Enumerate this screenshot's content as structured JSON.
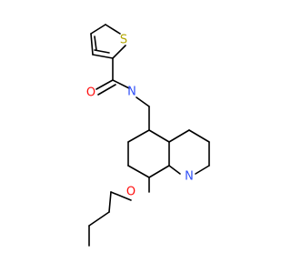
{
  "molecule": {
    "atoms": [
      {
        "id": "S1",
        "label": "S",
        "color": "#b2a600"
      },
      {
        "id": "O1",
        "label": "O",
        "color": "#ff0d0d"
      },
      {
        "id": "N1",
        "label": "N",
        "color": "#3050f8"
      },
      {
        "id": "N2",
        "label": "N",
        "color": "#3050f8"
      },
      {
        "id": "O2",
        "label": "O",
        "color": "#ff0d0d"
      }
    ]
  }
}
